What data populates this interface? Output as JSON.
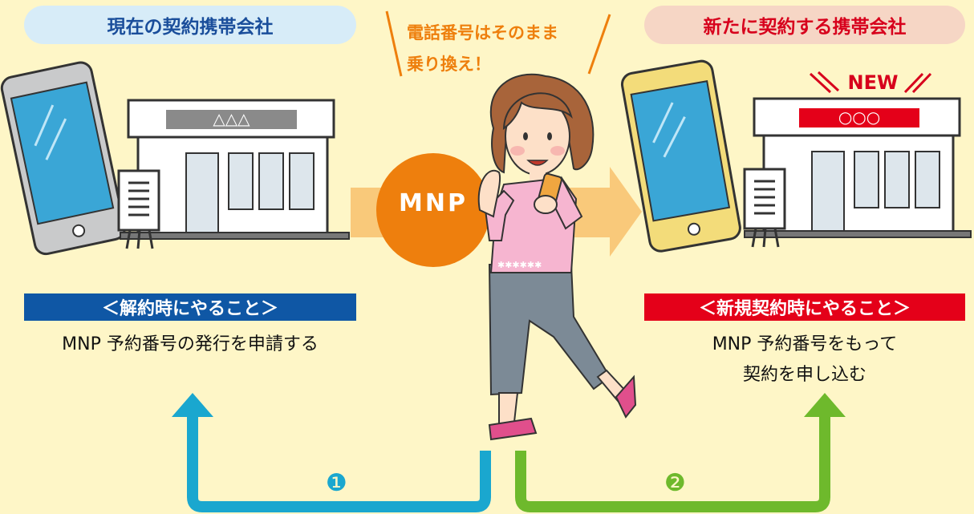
{
  "left_header": {
    "label": "現在の契約携帯会社",
    "bg": "#d7ecf8",
    "color": "#1a4e9b"
  },
  "right_header": {
    "label": "新たに契約する携帯会社",
    "bg": "#f6d6c5",
    "color": "#d7001c"
  },
  "speech": {
    "line1": "電話番号はそのまま",
    "line2": "乗り換え！",
    "color": "#ee7f0d"
  },
  "left_store_sign": "△△△",
  "right_store_sign": "○○○",
  "new_badge": "NEW",
  "mnp_label": "MNP",
  "left_section": {
    "title": "＜解約時にやること＞",
    "bar_color": "#0f57a5",
    "text": "MNP 予約番号の発行を申請する"
  },
  "right_section": {
    "title": "＜新規契約時にやること＞",
    "bar_color": "#e40019",
    "text_line1": "MNP 予約番号をもって",
    "text_line2": "契約を申し込む"
  },
  "step1": {
    "number": "❶",
    "color": "#1aa7cf"
  },
  "step2": {
    "number": "❷",
    "color": "#6eb92c"
  }
}
